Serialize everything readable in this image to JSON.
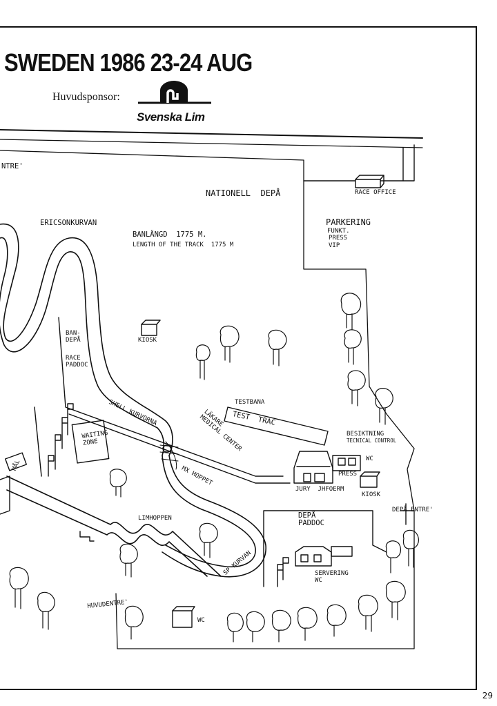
{
  "header": {
    "title": "SWEDEN 1986 23-24 AUG",
    "sponsor_label": "Huvudsponsor:",
    "sponsor_brand": "Svenska Lim"
  },
  "page_number": "29",
  "map_labels": {
    "entre_top": "NTRE'",
    "nationell_depa": "NATIONELL  DEPÅ",
    "race_office": "RACE OFFICE",
    "parkering": "PARKERING",
    "funkt": "FUNKT.",
    "press": "PRESS",
    "vip": "VIP",
    "ericsonkurvan": "ERICSONKURVAN",
    "banlangd": "BANLÄNGD  1775 M.",
    "length": "LENGTH OF THE TRACK  1775 M",
    "ban_depa": "BAN-\nDEPÅ",
    "kiosk_top": "KIOSK",
    "race_paddoc": "RACE\nPADDOC",
    "shell_kurvorna": "SHELL KURVORNA",
    "testbana": "TESTBANA",
    "test_trac": "TEST  TRAC",
    "lakare": "LÄKARE\nMEDICAL CENTER",
    "waiting_zone": "WAITING\nZONE",
    "mal": "MÅL",
    "mx_hoppet": "MX HOPPET",
    "besiktning": "BESIKTNING",
    "tecnical_control": "TECNICAL CONTROL",
    "wc_right": "WC",
    "press_bldg": "PRESS",
    "jury": "JURY  JHFOERM",
    "kiosk_right": "KIOSK",
    "depa_entre": "DEPÅ ENTRE'",
    "limhoppen": "LIMHOPPEN",
    "depa_paddoc": "DEPÅ\nPADDOC",
    "sp_kurvan": "SP KURVAN",
    "servering": "SERVERING\nWC",
    "huvudentre": "HUVUDENTRE'",
    "wc_bottom": "WC"
  }
}
